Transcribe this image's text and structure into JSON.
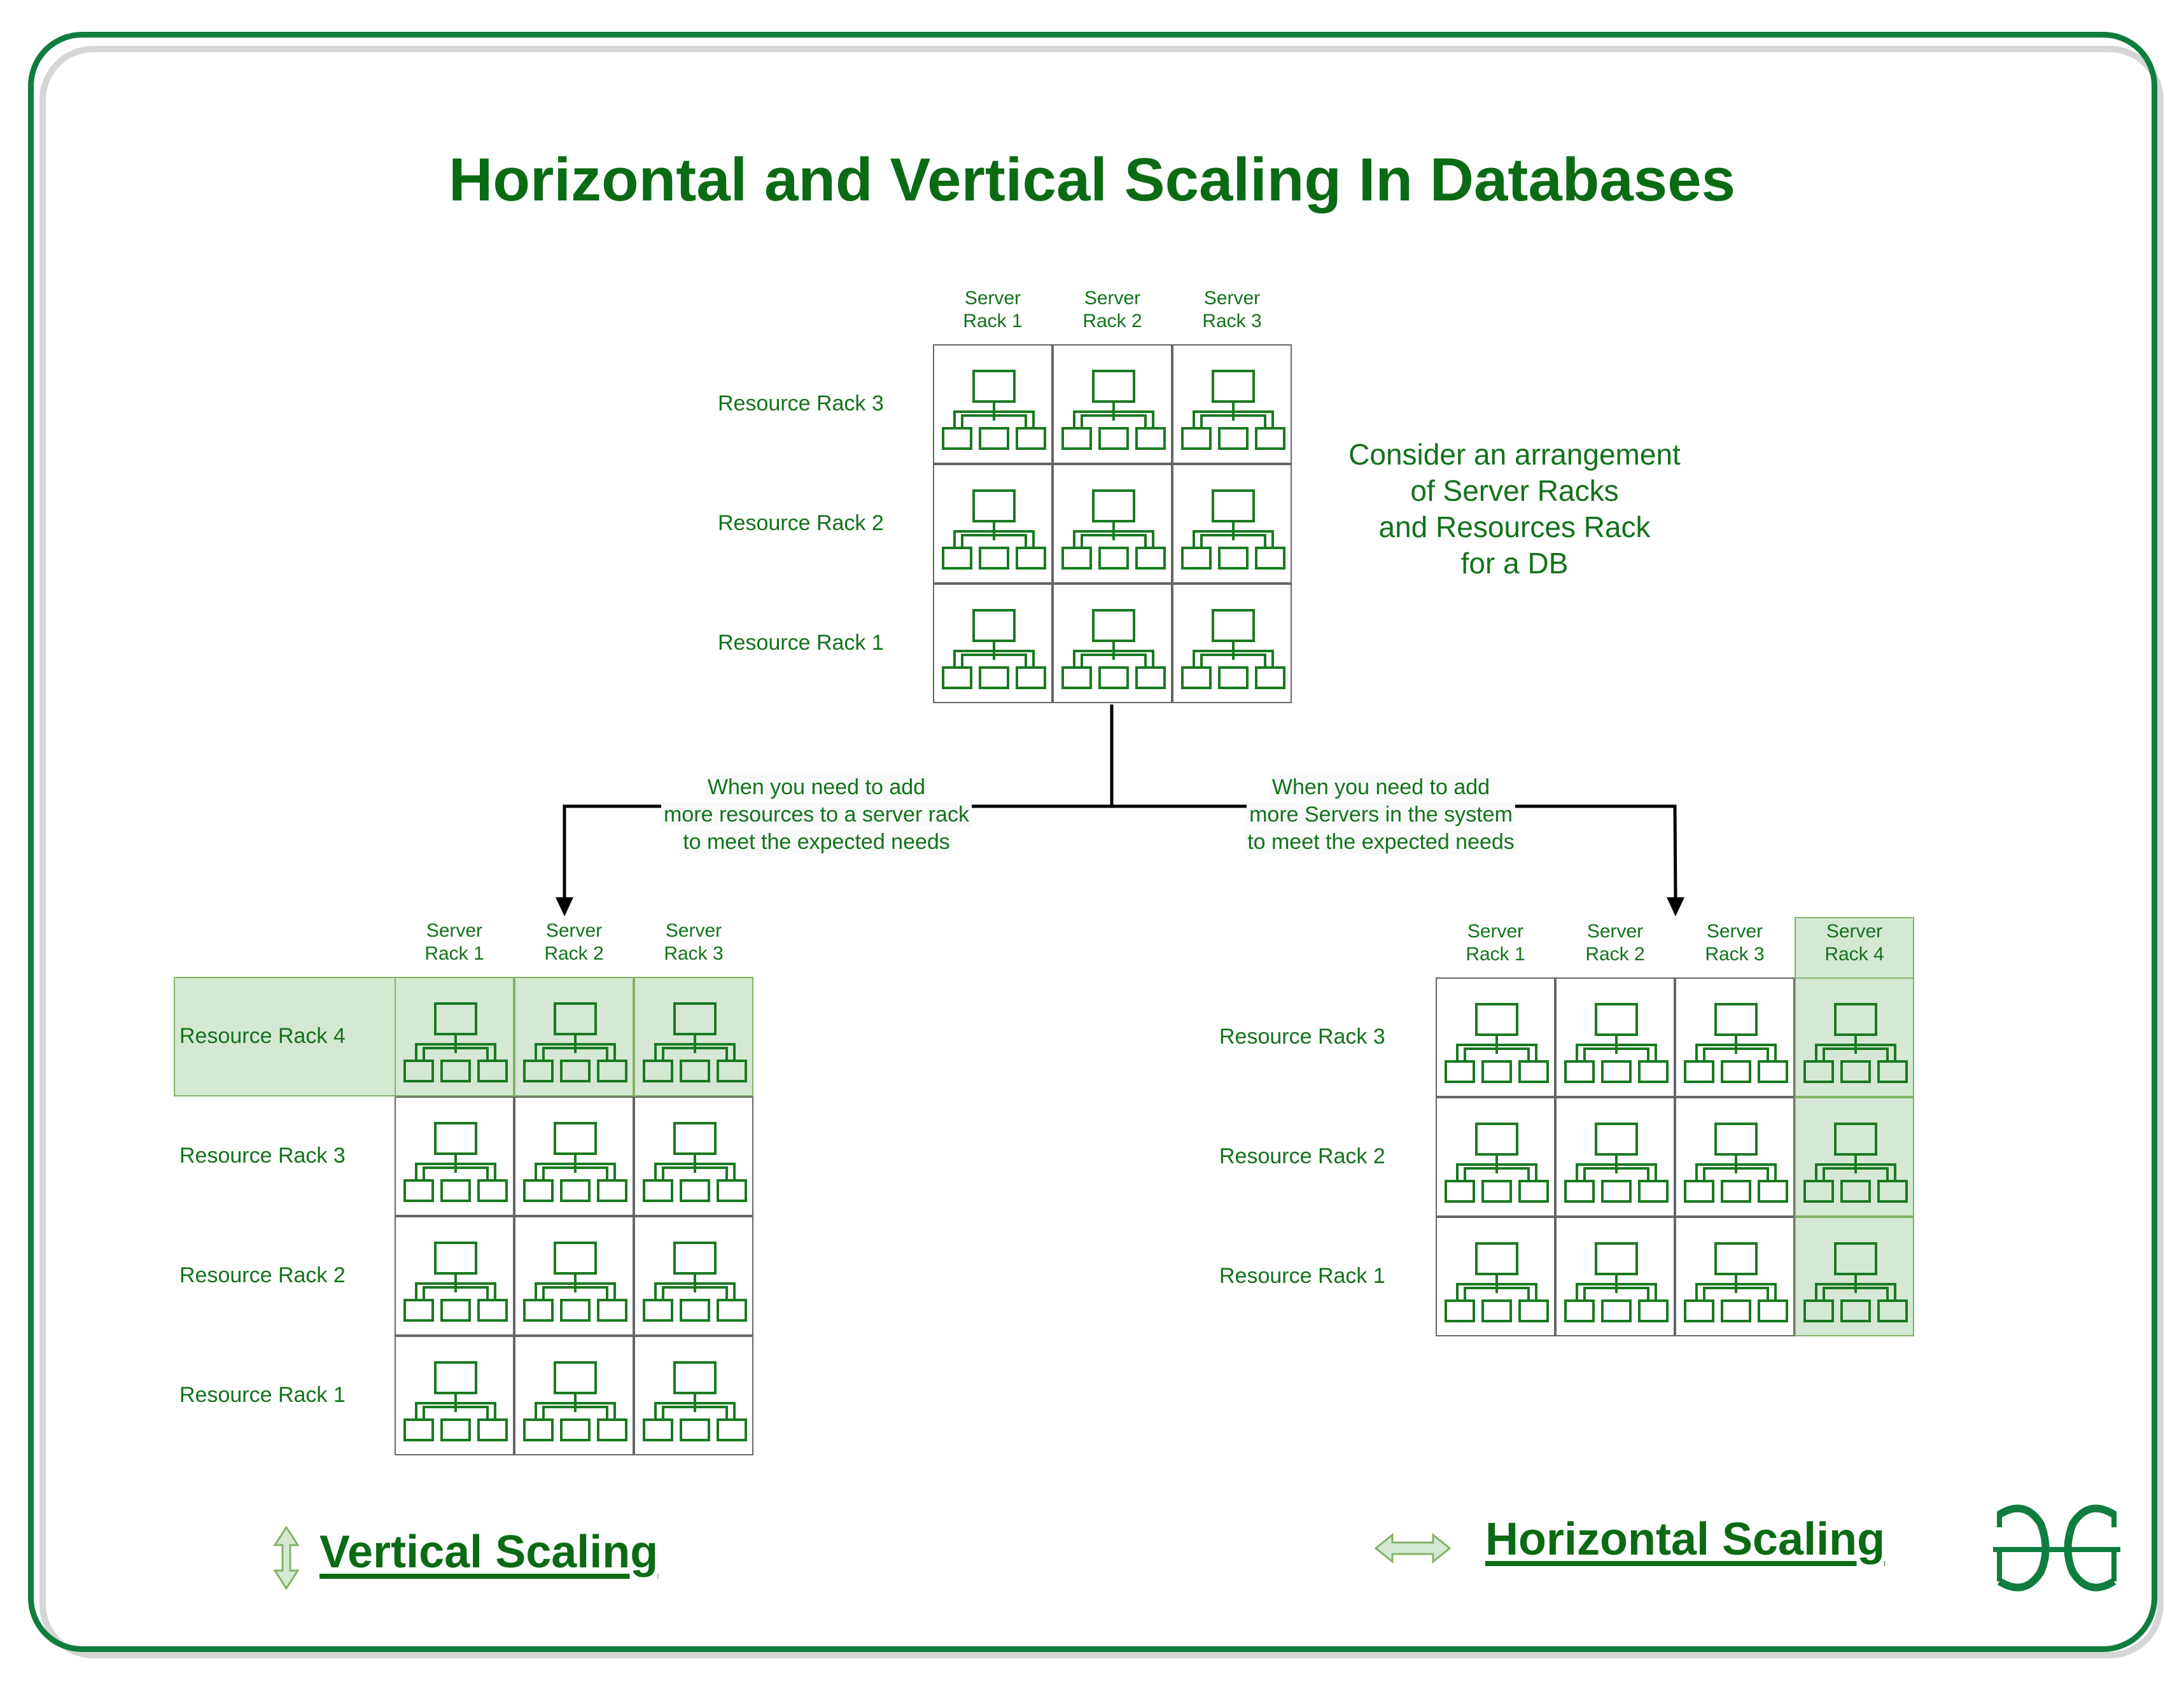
{
  "title": "Horizontal and Vertical Scaling In Databases",
  "note": [
    "Consider an arrangement",
    "of Server Racks",
    "and Resources Rack",
    "for a DB"
  ],
  "edge_labels": {
    "vertical": [
      "When you need to add",
      "more resources to a server rack",
      "to meet the expected needs"
    ],
    "horizontal": [
      "When you need to add",
      "more Servers in the system",
      "to meet the expected needs"
    ]
  },
  "initial_grid": {
    "columns": [
      "Server\nRack 1",
      "Server\nRack 2",
      "Server\nRack 3"
    ],
    "rows": [
      "Resource Rack 3",
      "Resource Rack 2",
      "Resource Rack 1"
    ]
  },
  "vertical_grid": {
    "columns": [
      "Server\nRack 1",
      "Server\nRack 2",
      "Server\nRack 3"
    ],
    "rows": [
      "Resource Rack 4",
      "Resource Rack 3",
      "Resource Rack 2",
      "Resource Rack 1"
    ],
    "added_row": "Resource Rack 4"
  },
  "horizontal_grid": {
    "columns": [
      "Server\nRack 1",
      "Server\nRack 2",
      "Server\nRack 3",
      "Server\nRack 4"
    ],
    "rows": [
      "Resource Rack 3",
      "Resource Rack 2",
      "Resource Rack 1"
    ],
    "added_column": "Server\nRack 4"
  },
  "legend": {
    "vertical": {
      "label": "Vertical Scaling",
      "icon": "vertical-double-arrow-icon"
    },
    "horizontal": {
      "label": "Horizontal Scaling",
      "icon": "horizontal-double-arrow-icon"
    }
  },
  "logo": {
    "text": "ƏG",
    "icon": "geeksforgeeks-logo"
  },
  "colors": {
    "text_green": "#13721a",
    "title_green": "#0b6b14",
    "frame_green": "#0f7d40",
    "highlight_fill": "#d5e8d4",
    "highlight_border": "#82b366"
  }
}
